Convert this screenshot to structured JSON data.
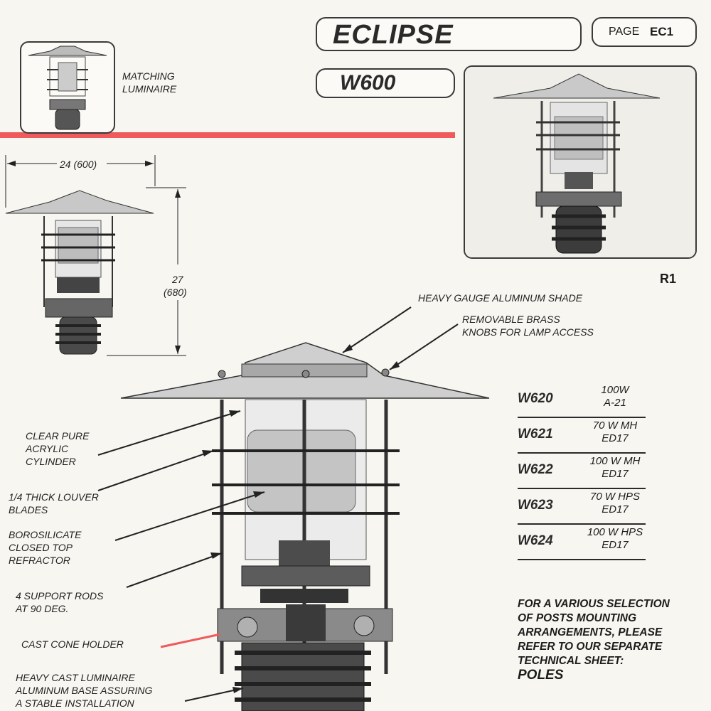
{
  "header": {
    "title": "ECLIPSE",
    "page_prefix": "PAGE",
    "page_code": "EC1",
    "model": "W600"
  },
  "thumbnail": {
    "label": "MATCHING\nLUMINAIRE"
  },
  "dimensions": {
    "width": "24 (600)",
    "height_in": "27",
    "height_mm": "(680)"
  },
  "photo_caption": "R1",
  "callouts": {
    "shade": "HEAVY GAUGE ALUMINUM SHADE",
    "knobs": "REMOVABLE BRASS\nKNOBS FOR LAMP ACCESS",
    "cylinder": "CLEAR PURE\nACRYLIC\nCYLINDER",
    "louver": "1/4 THICK LOUVER\nBLADES",
    "refractor": "BOROSILICATE\nCLOSED TOP\nREFRACTOR",
    "rods": "4 SUPPORT RODS\nAT 90 DEG.",
    "cone": "CAST CONE HOLDER",
    "base": "HEAVY CAST LUMINAIRE\nALUMINUM BASE ASSURING\nA STABLE INSTALLATION"
  },
  "specs": [
    {
      "model": "W620",
      "desc": "100W\nA-21"
    },
    {
      "model": "W621",
      "desc": "70 W MH\nED17"
    },
    {
      "model": "W622",
      "desc": "100 W MH\nED17"
    },
    {
      "model": "W623",
      "desc": "70 W HPS\nED17"
    },
    {
      "model": "W624",
      "desc": "100 W HPS\nED17"
    }
  ],
  "note": {
    "text": "FOR A VARIOUS SELECTION\nOF POSTS MOUNTING\nARRANGEMENTS, PLEASE\nREFER TO OUR SEPARATE\nTECHNICAL SHEET:",
    "emphasis": "POLES"
  },
  "colors": {
    "accent_stripe": "#ef5a5a",
    "ink": "#2a2a2a",
    "paper": "#f7f6f1"
  }
}
